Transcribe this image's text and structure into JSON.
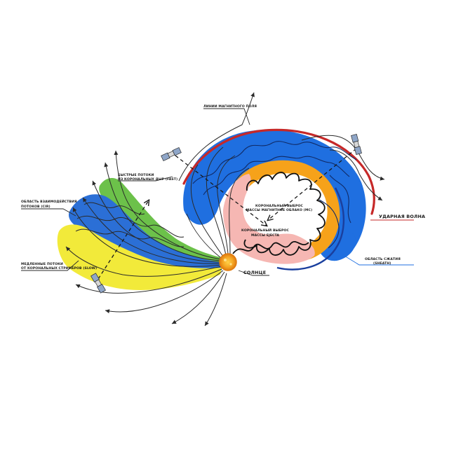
{
  "labels": {
    "magnetic_field_lines": "ЛИНИИ МАГНИТНОГО ПОЛЯ",
    "fast_streams_1": "БЫСТРЫЕ ПОТОКИ",
    "fast_streams_2": "ИЗ КОРОНАЛЬНЫХ ДЫР (FAST)",
    "cir_1": "ОБЛАСТЬ ВЗАИМОДЕЙСТВИЯ",
    "cir_2": "ПОТОКОВ (CIR)",
    "slow_1": "МЕДЛЕННЫЕ ПОТОКИ",
    "slow_2": "ОТ КОРОНАЛЬНЫХ СТРИМЕРОВ (SLOW)",
    "mc_1": "КОРОНАЛЬНЫЙ ВЫБРОС",
    "mc_2": "МАССЫ МАГНИТНОЕ ОБЛАКО (MC)",
    "ejecta_1": "КОРОНАЛЬНЫЙ ВЫБРОС",
    "ejecta_2": "МАССЫ EJECTA",
    "shock_wave": "УДАРНАЯ ВОЛНА",
    "sheath_1": "ОБЛАСТЬ СЖАТИЯ",
    "sheath_2": "(SHEATH)",
    "sun": "СОЛНЦЕ"
  },
  "colors": {
    "fast_green": "#6cc14a",
    "cir_blue": "#2b6fd6",
    "slow_yellow": "#f2ea3a",
    "sheath_blue": "#1f6fe0",
    "shock_red": "#c62828",
    "mc_orange": "#f6a21a",
    "ejecta_pink": "#f6b7b3",
    "sun_orange": "#f5a623",
    "line_dark": "#2a2a2a",
    "leader_red": "#c62828",
    "leader_blue": "#1f6fe0"
  },
  "icons": [
    "satellite-icon",
    "sun-icon",
    "arrow-icon"
  ]
}
